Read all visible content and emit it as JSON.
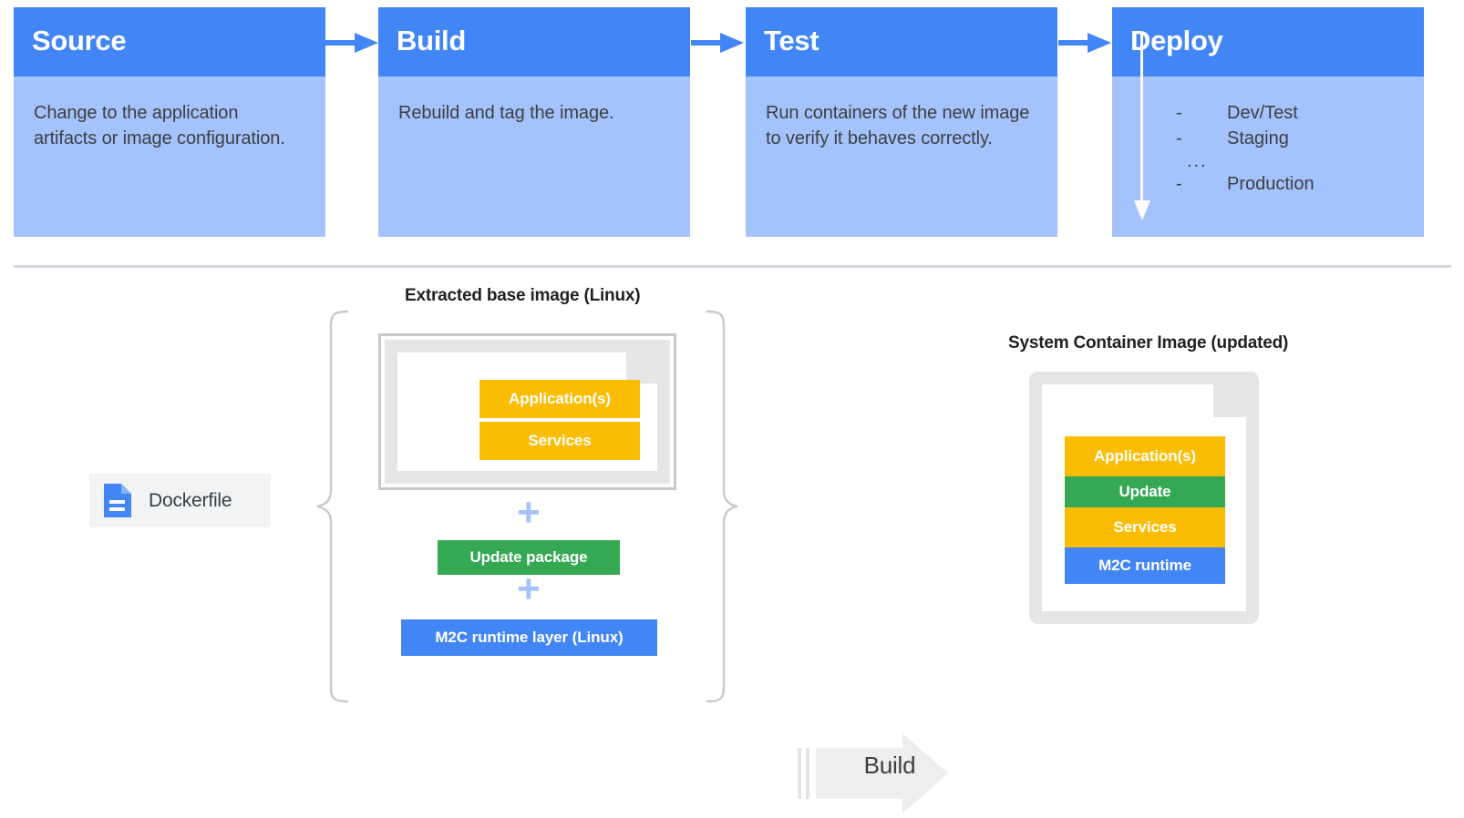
{
  "pipeline": {
    "stages": [
      {
        "title": "Source",
        "body": "Change to the application artifacts or image configuration."
      },
      {
        "title": "Build",
        "body": "Rebuild and tag the image."
      },
      {
        "title": "Test",
        "body": "Run containers of the new image to verify it behaves correctly."
      },
      {
        "title": "Deploy",
        "body": ""
      }
    ],
    "deploy_environments": [
      {
        "dash": "-",
        "label": "Dev/Test"
      },
      {
        "dash": "-",
        "label": "Staging"
      },
      {
        "dash": "-",
        "label": "Production"
      }
    ],
    "deploy_ellipsis": "..."
  },
  "lower": {
    "base_image_caption": "Extracted base image (Linux)",
    "system_image_caption": "System Container Image (updated)",
    "dockerfile_label": "Dockerfile",
    "base_layers": [
      {
        "label": "Application(s)",
        "color": "#FBBC04"
      },
      {
        "label": "Services",
        "color": "#FBBC04"
      }
    ],
    "plus_symbol": "+",
    "update_package_label": "Update package",
    "runtime_layer_label": "M2C runtime layer (Linux)",
    "build_arrow_label": "Build",
    "system_layers": [
      {
        "label": "Application(s)",
        "color": "#FBBC04"
      },
      {
        "label": "Update",
        "color": "#34A853"
      },
      {
        "label": "Services",
        "color": "#FBBC04"
      },
      {
        "label": "M2C runtime",
        "color": "#4285F4"
      }
    ]
  },
  "colors": {
    "brand_blue": "#4285F4",
    "light_blue": "#A4C2FB",
    "yellow": "#FBBC04",
    "green": "#34A853",
    "gray_frame": "#E3E5E7",
    "divider": "#D3D7DD",
    "text_dark": "#3C4043"
  }
}
